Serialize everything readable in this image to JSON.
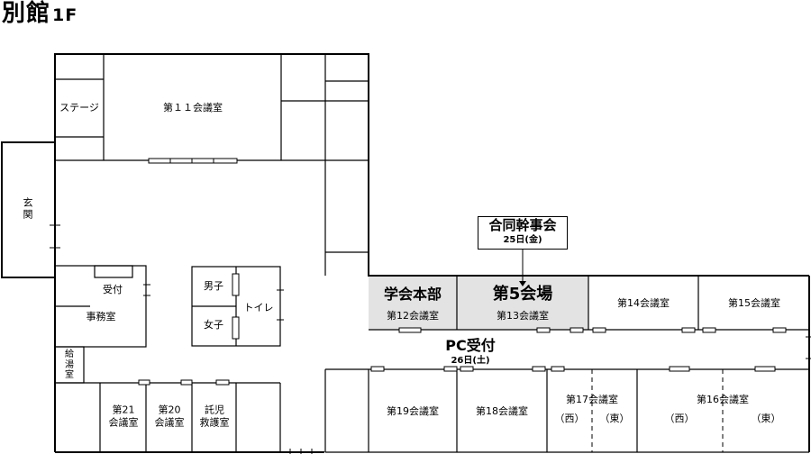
{
  "floor": {
    "title": "別館",
    "floor_suffix": "1F"
  },
  "rooms": {
    "stage": "ステージ",
    "room11": "第１１会議室",
    "entrance": "玄関",
    "reception": "受付",
    "office": "事務室",
    "men": "男子",
    "women": "女子",
    "toilet": "トイレ",
    "kettle_room": "給湯室",
    "hq_name": "学会本部",
    "room12": "第12会議室",
    "venue5_name": "第5会場",
    "room13": "第13会議室",
    "room14": "第14会議室",
    "room15": "第15会議室",
    "room21": "第21\n会議室",
    "room20": "第20\n会議室",
    "childcare": "託児\n救護室",
    "room19": "第19会議室",
    "room18": "第18会議室",
    "room17": "第17会議室",
    "room17_west": "（西）",
    "room17_east": "（東）",
    "room16": "第16会議室",
    "room16_west": "（西）",
    "room16_east": "（東）"
  },
  "callouts": {
    "joint_meeting": {
      "title": "合同幹事会",
      "date": "25日(金)"
    },
    "pc_reception": {
      "title": "PC受付",
      "date": "26日(土)"
    }
  },
  "colors": {
    "highlight_fill": "#e3e3e3",
    "wall": "#000000",
    "background": "#ffffff"
  }
}
